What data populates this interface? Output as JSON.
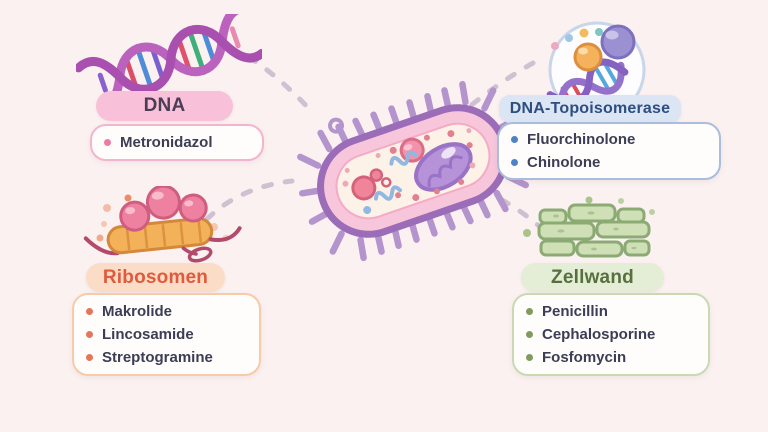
{
  "background_color": "#fbf1f0",
  "connectors": {
    "style": "dashed",
    "color": "#c8b7cb"
  },
  "center": {
    "icon": "bacterium-illustration"
  },
  "panels": [
    {
      "id": "dna",
      "title": "DNA",
      "icon": "dna-helix-icon",
      "pill_color": "#f8c1d9",
      "border_color": "#f3b5cd",
      "bullet_color": "#ee7ba6",
      "title_color": "#4b3d55",
      "items": [
        {
          "label": "Metronidazol"
        }
      ]
    },
    {
      "id": "dna-topoisomerase",
      "title": "DNA-Topoisomerase",
      "icon": "topoisomerase-icon",
      "pill_color": "#dbe5f4",
      "border_color": "#a9bedd",
      "bullet_color": "#4d82c4",
      "title_color": "#2e4e80",
      "items": [
        {
          "label": "Fluorchinolone"
        },
        {
          "label": "Chinolone"
        }
      ]
    },
    {
      "id": "ribosomen",
      "title": "Ribosomen",
      "icon": "ribosome-icon",
      "pill_color": "#fbdcc6",
      "border_color": "#f6cba8",
      "bullet_color": "#e2775c",
      "title_color": "#e05a3e",
      "items": [
        {
          "label": "Makrolide"
        },
        {
          "label": "Lincosamide"
        },
        {
          "label": "Streptogramine"
        }
      ]
    },
    {
      "id": "zellwand",
      "title": "Zellwand",
      "icon": "cell-wall-icon",
      "pill_color": "#e4edd6",
      "border_color": "#c9dab3",
      "bullet_color": "#7f9c5e",
      "title_color": "#57703e",
      "items": [
        {
          "label": "Penicillin"
        },
        {
          "label": "Cephalosporine"
        },
        {
          "label": "Fosfomycin"
        }
      ]
    }
  ]
}
